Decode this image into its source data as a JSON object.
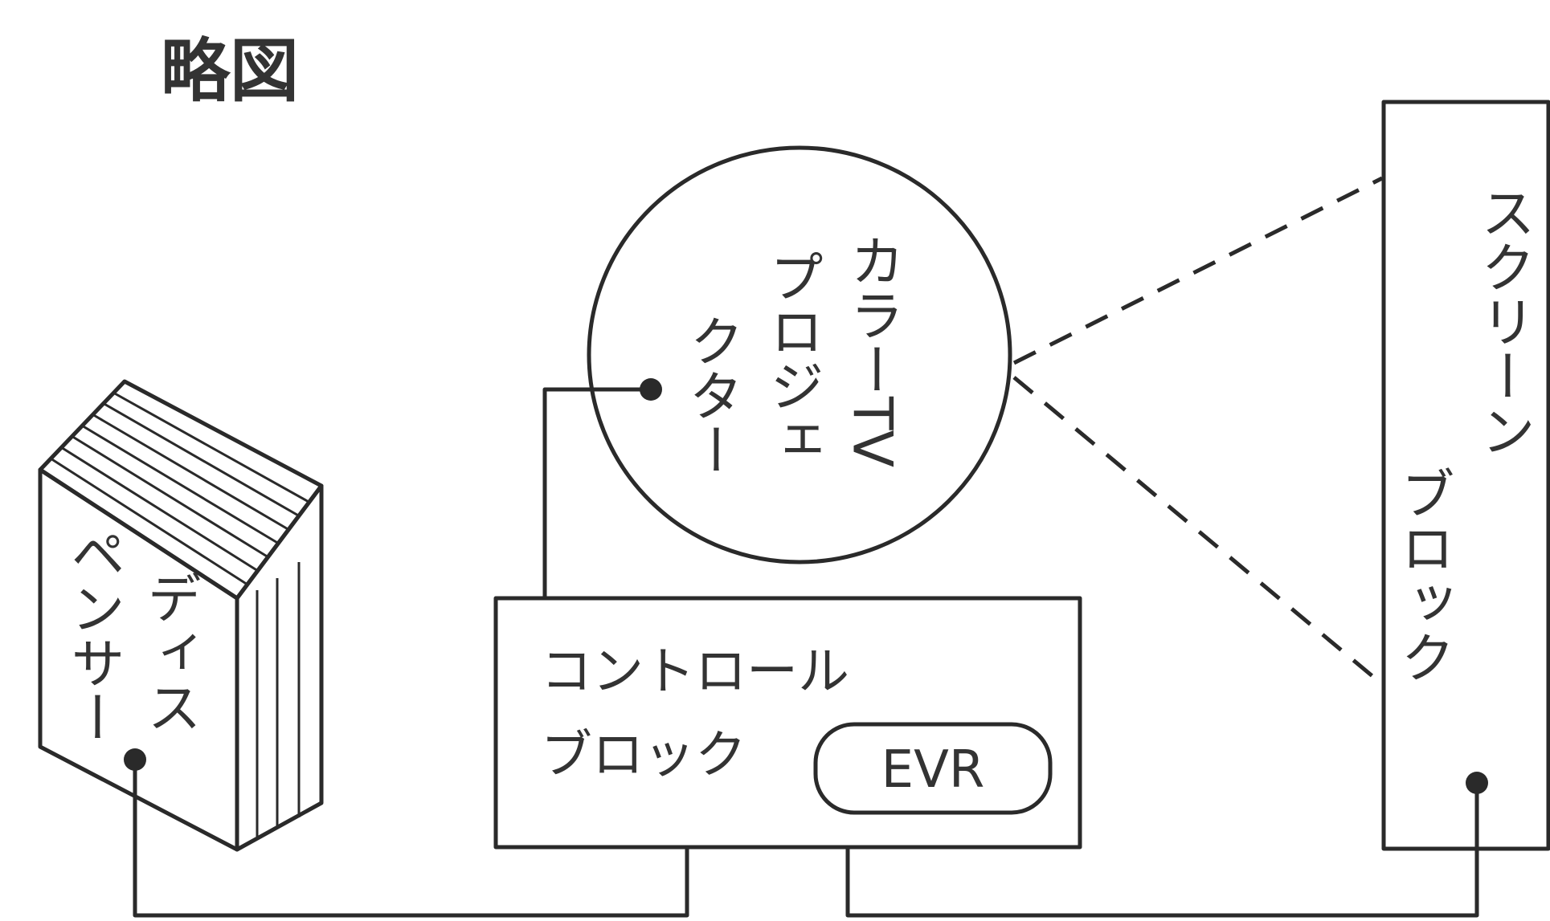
{
  "title": "略図",
  "nodes": {
    "projector": {
      "label_line1": "カラーTV",
      "label_line2": "プロジェ",
      "label_line3": "クター"
    },
    "screen": {
      "label_line1": "スクリーン",
      "label_line2": "ブロック"
    },
    "dispenser": {
      "label_line1": "ディス",
      "label_line2": "ペンサー"
    },
    "control": {
      "label_line1": "コントロール",
      "label_line2": "ブロック",
      "evr_label": "EVR"
    }
  }
}
